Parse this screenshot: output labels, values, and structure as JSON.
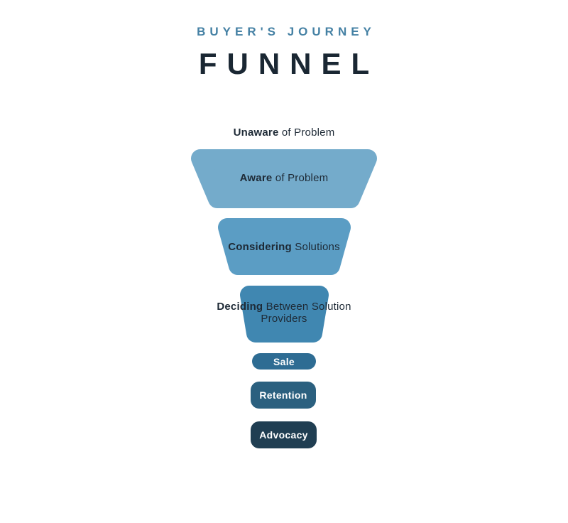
{
  "header": {
    "subtitle": "BUYER'S JOURNEY",
    "title": "FUNNEL",
    "subtitle_color": "#4581A4",
    "title_color": "#1A2733"
  },
  "funnel": {
    "text_color": "#1E2A36",
    "pill_text_color": "#FFFFFF",
    "pre_stage": {
      "bold": "Unaware",
      "rest": " of Problem"
    },
    "stages": [
      {
        "bold": "Aware",
        "rest": " of Problem",
        "color": "#74ABCB"
      },
      {
        "bold": "Considering",
        "rest": " Solutions",
        "color": "#5B9DC4"
      },
      {
        "bold": "Deciding",
        "rest": " Between Solution Providers",
        "color": "#4087B1"
      }
    ],
    "pills": [
      {
        "label": "Sale",
        "color": "#2E6C93"
      },
      {
        "label": "Retention",
        "color": "#2B607F"
      },
      {
        "label": "Advocacy",
        "color": "#203E52"
      }
    ]
  }
}
